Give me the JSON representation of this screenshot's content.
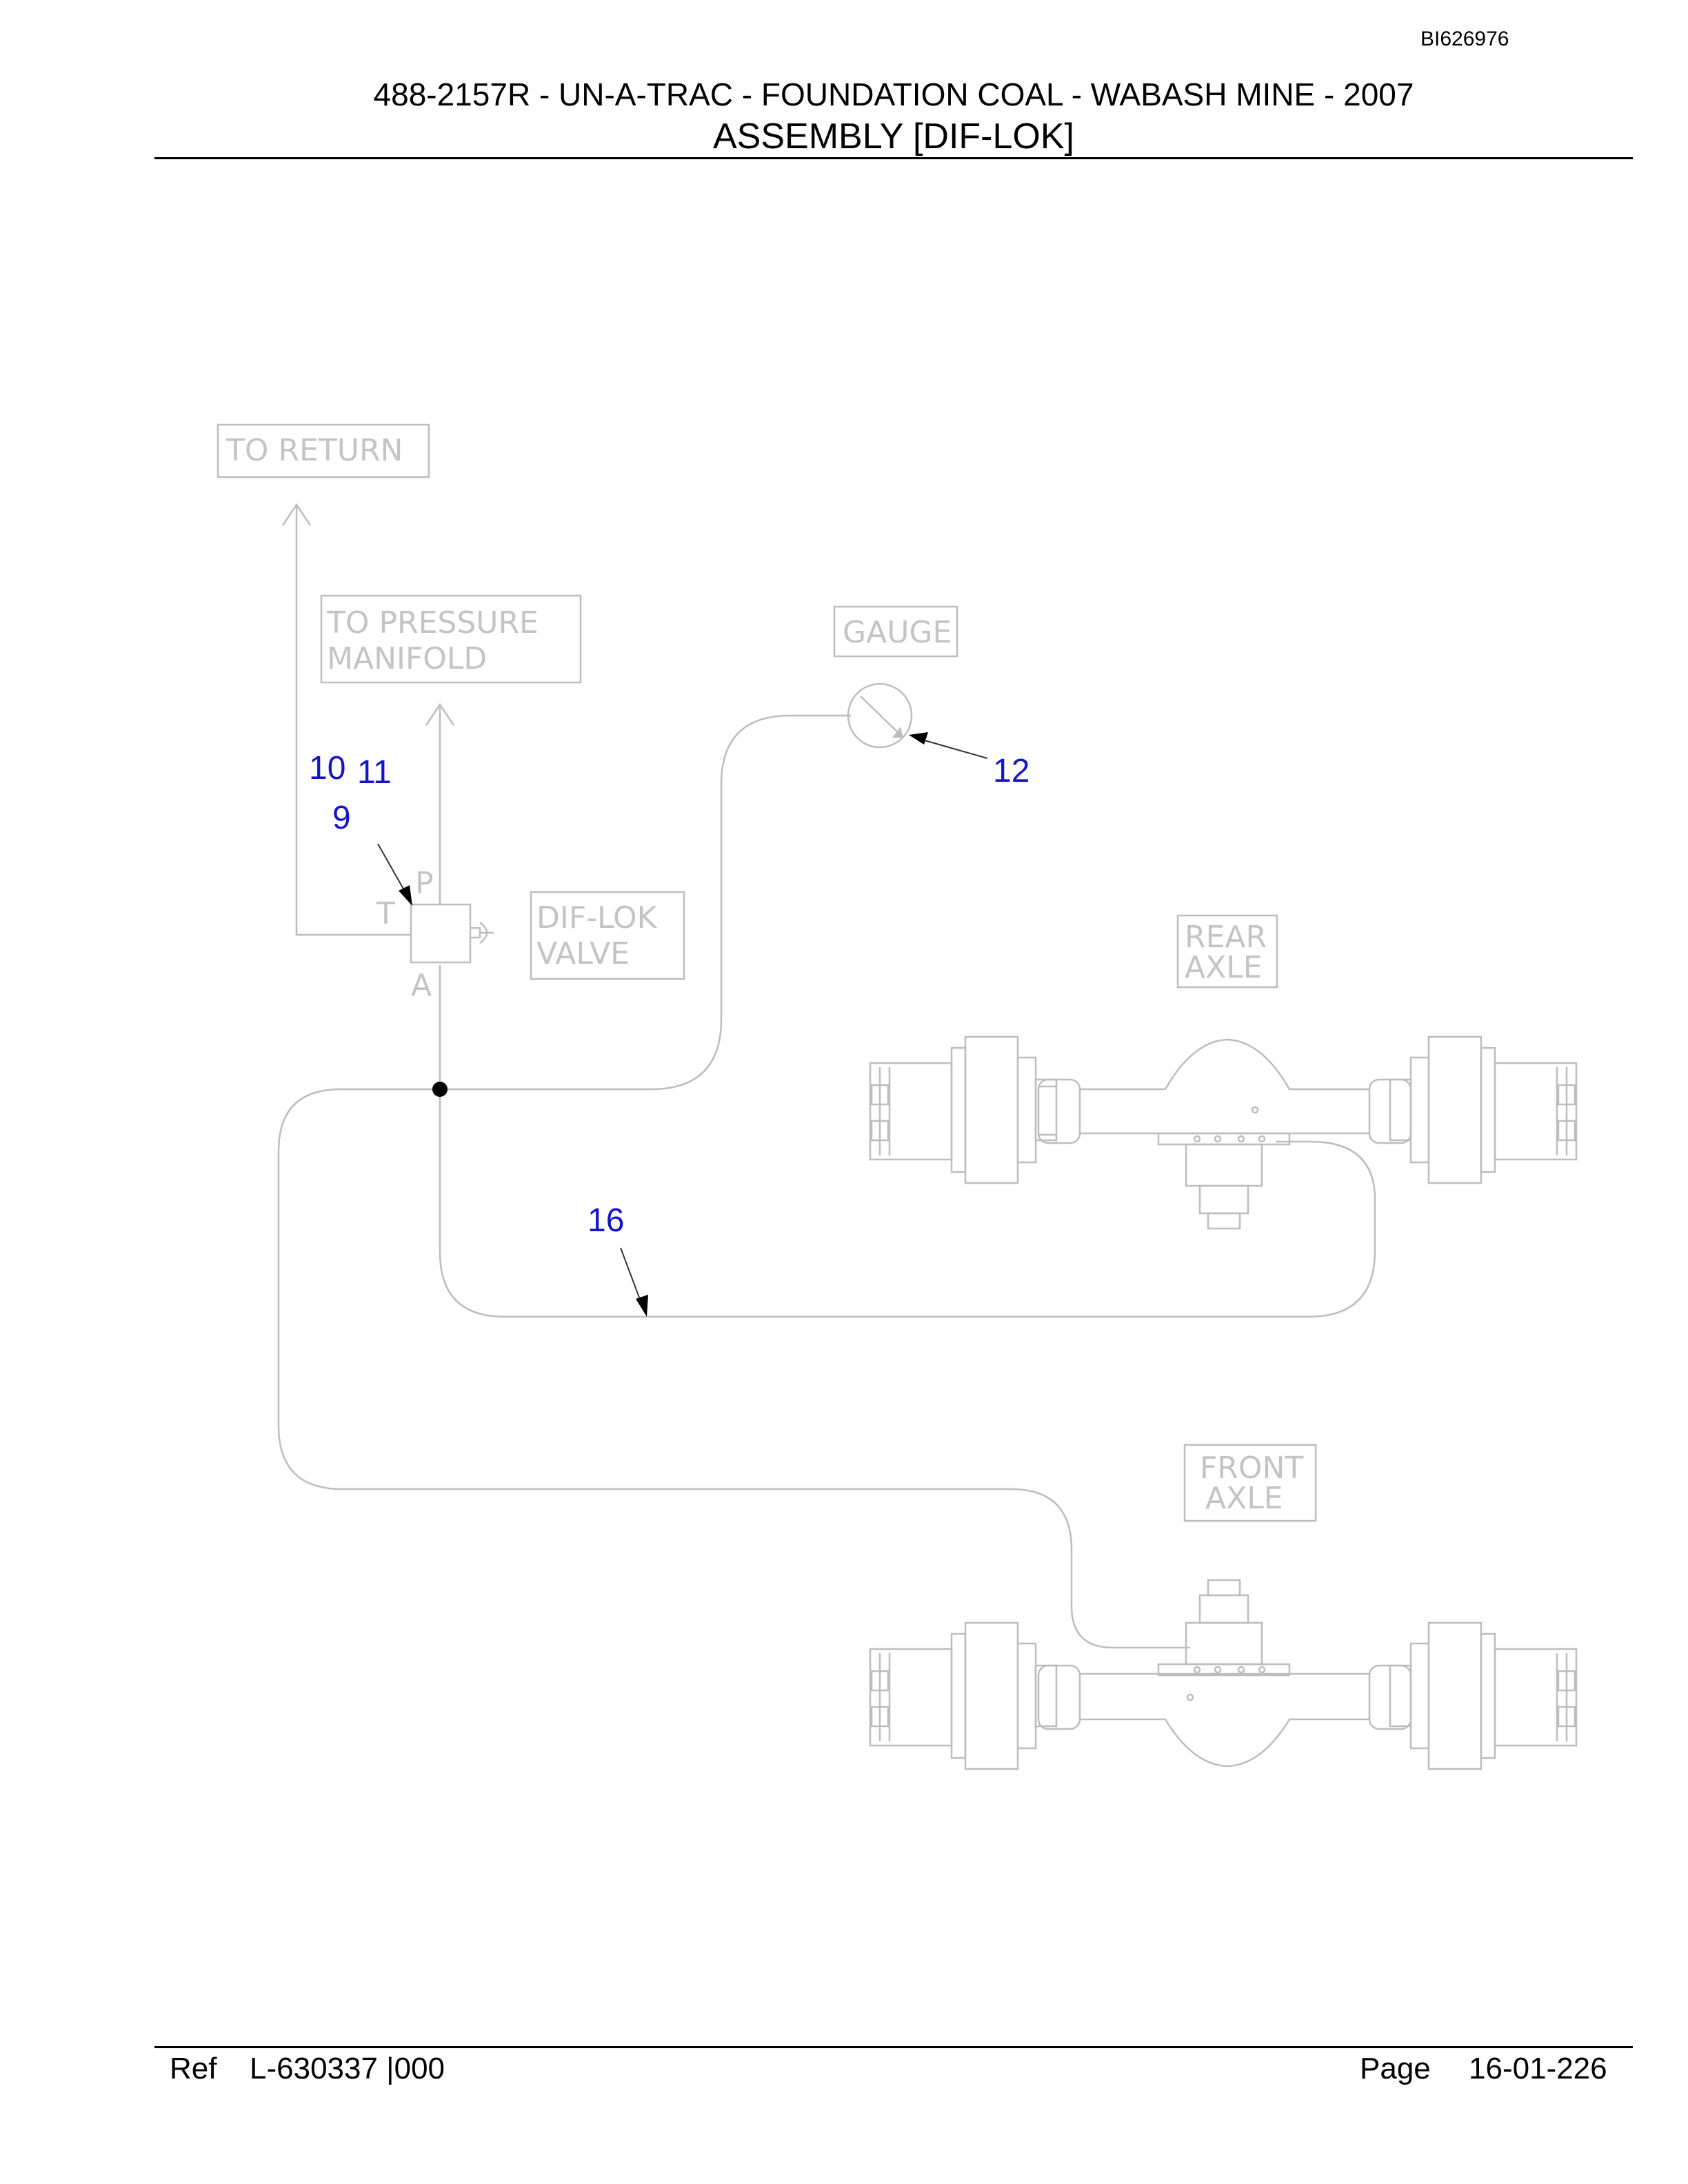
{
  "document_id": "BI626976",
  "header": {
    "title_line1": "488-2157R - UN-A-TRAC - FOUNDATION COAL - WABASH MINE - 2007",
    "title_line2": "ASSEMBLY [DIF-LOK]"
  },
  "diagram": {
    "labels": {
      "to_return": "TO RETURN",
      "to_pressure_line1": "TO PRESSURE",
      "to_pressure_line2": "MANIFOLD",
      "gauge": "GAUGE",
      "difflok_line1": "DIF-LOK",
      "difflok_line2": "VALVE",
      "rear_axle_line1": "REAR",
      "rear_axle_line2": "AXLE",
      "front_axle_line1": "FRONT",
      "front_axle_line2": "AXLE"
    },
    "port_labels": {
      "p": "P",
      "t": "T",
      "a": "A"
    },
    "callouts": {
      "c10": "10",
      "c11": "11",
      "c9": "9",
      "c12": "12",
      "c16": "16"
    }
  },
  "footer": {
    "ref_label": "Ref",
    "ref_value": "L-630337 |000",
    "page_label": "Page",
    "page_value": "16-01-226"
  }
}
